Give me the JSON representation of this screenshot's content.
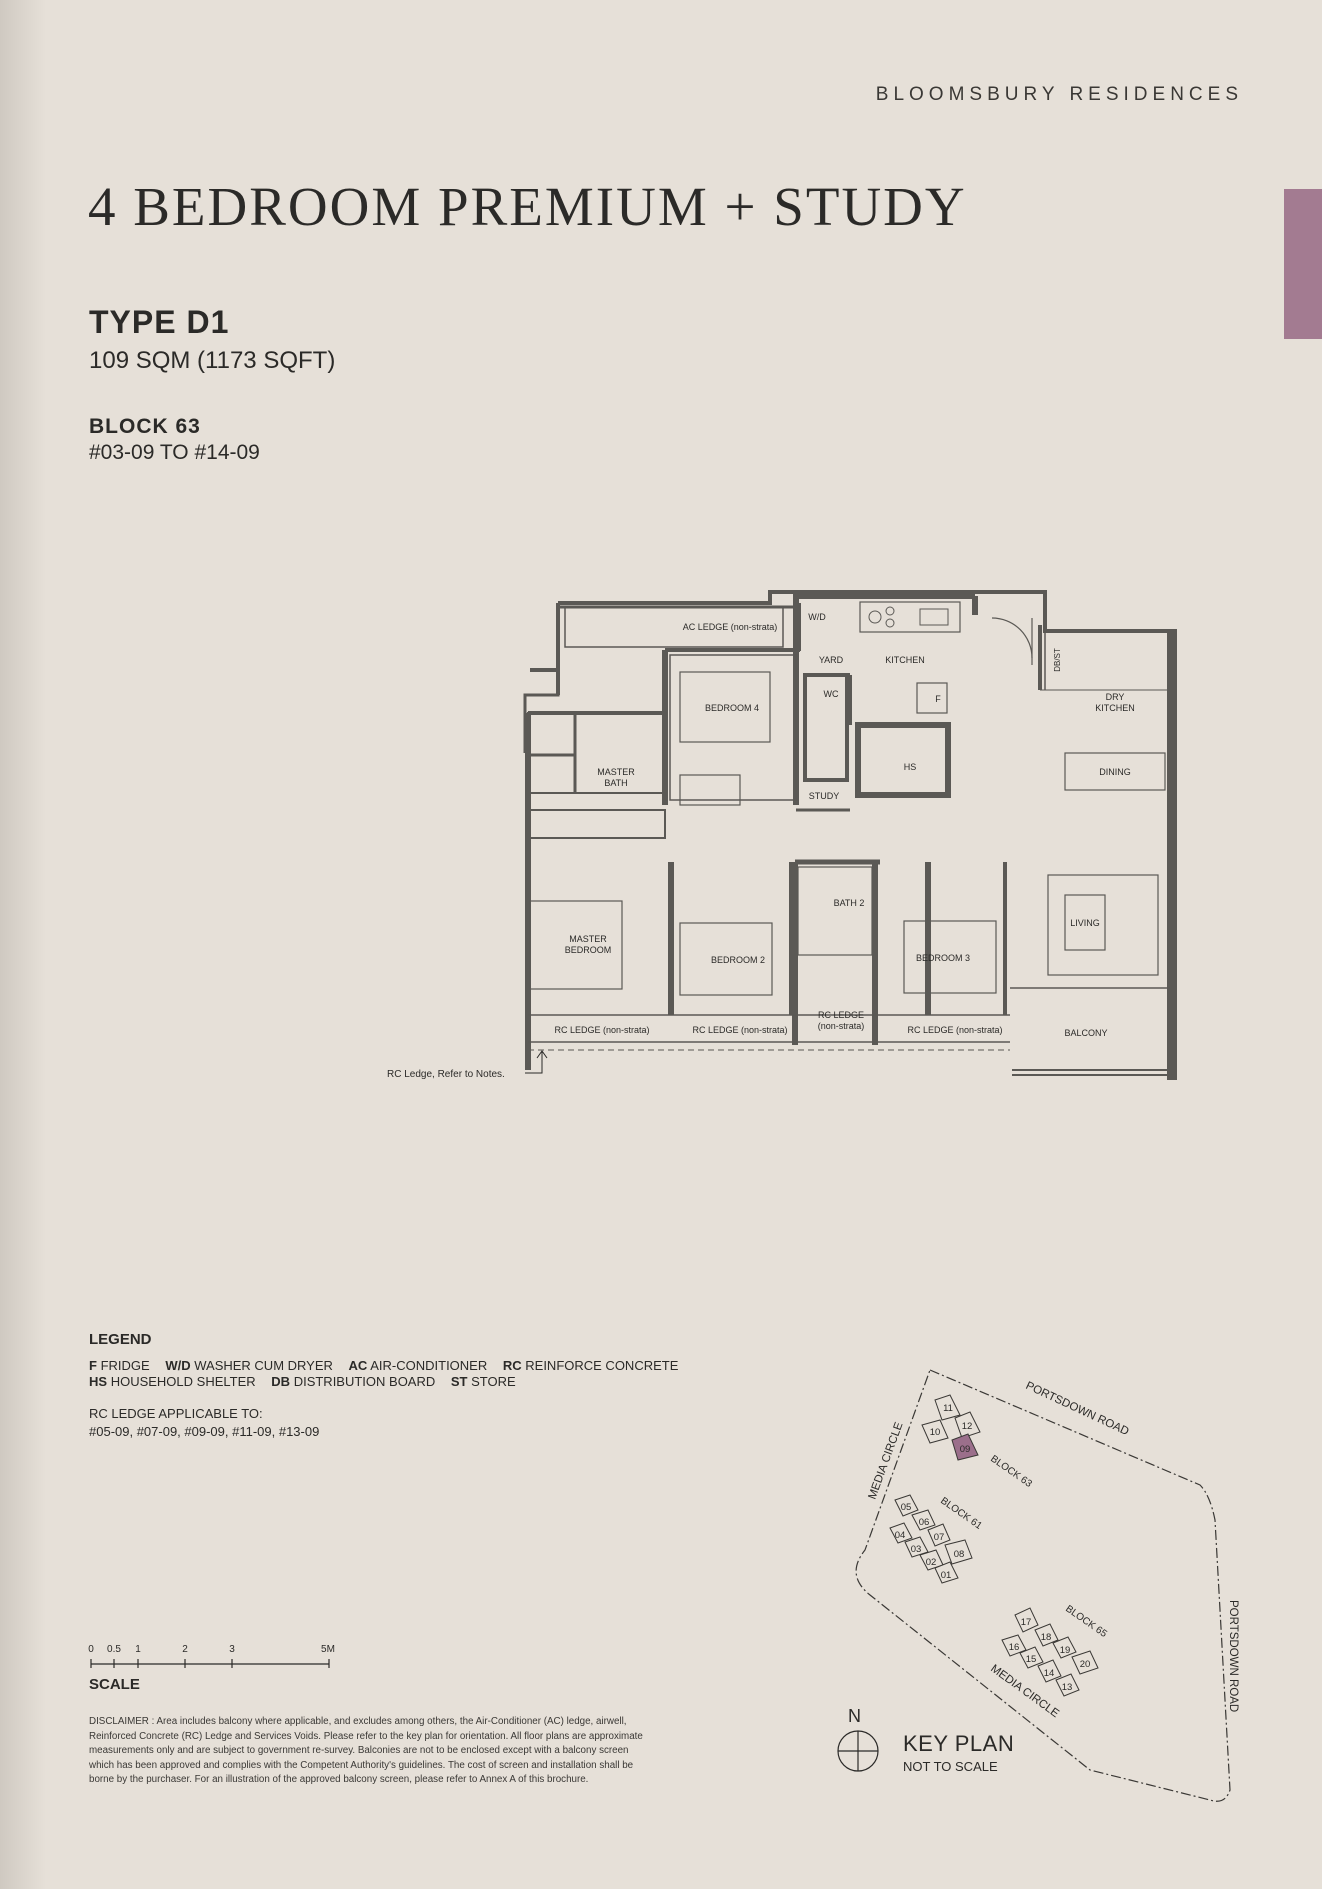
{
  "header": {
    "brand": "BLOOMSBURY RESIDENCES",
    "title": "4 BEDROOM PREMIUM + STUDY"
  },
  "unit": {
    "type": "TYPE D1",
    "area": "109 SQM (1173 SQFT)",
    "block": "BLOCK 63",
    "units": "#03-09 TO #14-09"
  },
  "floorplan": {
    "rooms": {
      "ac_ledge": "AC LEDGE (non-strata)",
      "wd": "W/D",
      "yard": "YARD",
      "kitchen": "KITCHEN",
      "dbst": "DB/ST",
      "dry_kitchen_1": "DRY",
      "dry_kitchen_2": "KITCHEN",
      "bedroom4": "BEDROOM 4",
      "wc": "WC",
      "fridge": "F",
      "hs": "HS",
      "dining": "DINING",
      "master_bath_1": "MASTER",
      "master_bath_2": "BATH",
      "study": "STUDY",
      "master_bedroom_1": "MASTER",
      "master_bedroom_2": "BEDROOM",
      "bedroom2": "BEDROOM 2",
      "bath2": "BATH 2",
      "bedroom3": "BEDROOM 3",
      "living": "LIVING",
      "rc_ledge_1": "RC LEDGE (non-strata)",
      "rc_ledge_2": "RC LEDGE (non-strata)",
      "rc_ledge_mid_1": "RC LEDGE",
      "rc_ledge_mid_2": "(non-strata)",
      "rc_ledge_3": "RC LEDGE (non-strata)",
      "balcony": "BALCONY"
    },
    "note": "RC Ledge, Refer to Notes."
  },
  "legend": {
    "title": "LEGEND",
    "items": [
      {
        "code": "F",
        "desc": "FRIDGE"
      },
      {
        "code": "W/D",
        "desc": "WASHER CUM DRYER"
      },
      {
        "code": "AC",
        "desc": "AIR-CONDITIONER"
      },
      {
        "code": "RC",
        "desc": "REINFORCE CONCRETE"
      },
      {
        "code": "HS",
        "desc": "HOUSEHOLD SHELTER"
      },
      {
        "code": "DB",
        "desc": "DISTRIBUTION BOARD"
      },
      {
        "code": "ST",
        "desc": "STORE"
      }
    ],
    "rc_title": "RC LEDGE APPLICABLE TO:",
    "rc_units": "#05-09, #07-09, #09-09, #11-09, #13-09"
  },
  "scale": {
    "label": "SCALE",
    "ticks": [
      "0",
      "0.5",
      "1",
      "2",
      "3",
      "5M"
    ]
  },
  "disclaimer": "DISCLAIMER : Area includes balcony where applicable, and excludes among others, the Air-Conditioner (AC) ledge, airwell, Reinforced Concrete (RC) Ledge and Services Voids. Please refer to the key plan for orientation. All floor plans are approximate measurements only and are subject to government re-survey. Balconies are not to be enclosed except with a balcony screen which has been approved and complies with the Competent Authority's guidelines. The cost of screen and installation shall be borne by the purchaser. For an illustration of the approved balcony screen, please refer to Annex A of this brochure.",
  "keyplan": {
    "north": "N",
    "title": "KEY PLAN",
    "subtitle": "NOT TO SCALE",
    "roads": {
      "portsdown_top": "PORTSDOWN ROAD",
      "portsdown_right": "PORTSDOWN ROAD",
      "media_left": "MEDIA CIRCLE",
      "media_bottom": "MEDIA CIRCLE"
    },
    "blocks": {
      "b63": "BLOCK 63",
      "b61": "BLOCK 61",
      "b65": "BLOCK 65"
    },
    "units": {
      "u01": "01",
      "u02": "02",
      "u03": "03",
      "u04": "04",
      "u05": "05",
      "u06": "06",
      "u07": "07",
      "u08": "08",
      "u09": "09",
      "u10": "10",
      "u11": "11",
      "u12": "12",
      "u13": "13",
      "u14": "14",
      "u15": "15",
      "u16": "16",
      "u17": "17",
      "u18": "18",
      "u19": "19",
      "u20": "20"
    },
    "highlight_color": "#9b6f8b"
  },
  "colors": {
    "background": "#e6e0d8",
    "accent": "#a37b91",
    "wall": "#5b5955",
    "text": "#2b2a28"
  }
}
